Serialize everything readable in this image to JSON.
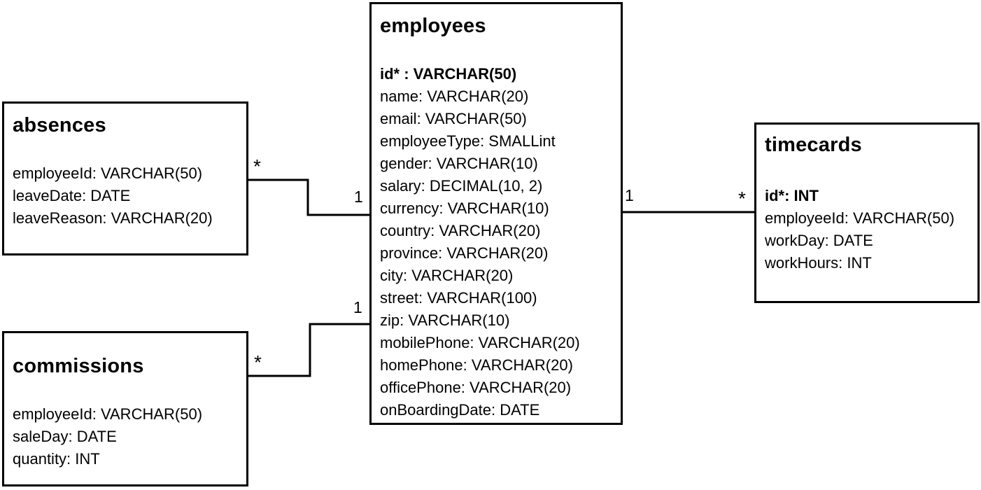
{
  "diagram": {
    "colors": {
      "line": "#000000",
      "background": "#ffffff",
      "text": "#000000"
    },
    "tables": {
      "employees": {
        "title": "employees",
        "fields": [
          "id* : VARCHAR(50)",
          "name: VARCHAR(20)",
          "email: VARCHAR(50)",
          "employeeType: SMALLint",
          "gender: VARCHAR(10)",
          "salary: DECIMAL(10, 2)",
          "currency: VARCHAR(10)",
          "country: VARCHAR(20)",
          "province: VARCHAR(20)",
          "city: VARCHAR(20)",
          "street: VARCHAR(100)",
          "zip: VARCHAR(10)",
          "mobilePhone: VARCHAR(20)",
          "homePhone: VARCHAR(20)",
          "officePhone: VARCHAR(20)",
          "onBoardingDate: DATE"
        ]
      },
      "absences": {
        "title": "absences",
        "fields": [
          "employeeId: VARCHAR(50)",
          "leaveDate: DATE",
          "leaveReason: VARCHAR(20)"
        ]
      },
      "commissions": {
        "title": "commissions",
        "fields": [
          "employeeId: VARCHAR(50)",
          "saleDay: DATE",
          "quantity: INT"
        ]
      },
      "timecards": {
        "title": "timecards",
        "fields": [
          "id*: INT",
          "employeeId: VARCHAR(50)",
          "workDay: DATE",
          "workHours: INT"
        ]
      }
    },
    "connectors": {
      "absences_employees": {
        "absences_end": "*",
        "employees_end": "1"
      },
      "commissions_employees": {
        "commissions_end": "*",
        "employees_end": "1"
      },
      "employees_timecards": {
        "employees_end": "1",
        "timecards_end": "*"
      }
    }
  }
}
